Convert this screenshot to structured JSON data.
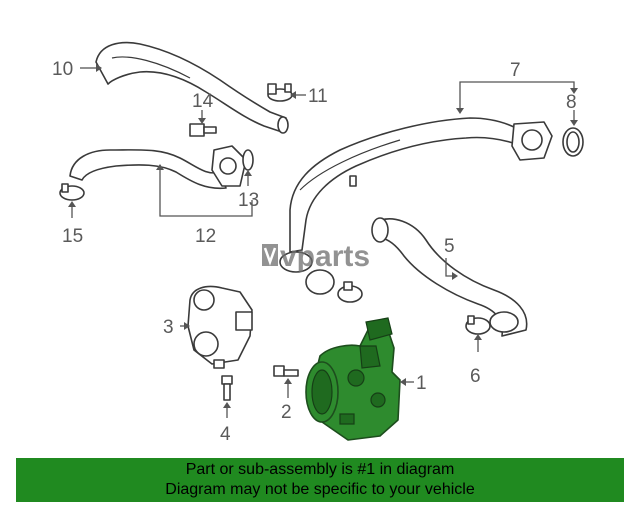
{
  "callouts": {
    "c1": "1",
    "c2": "2",
    "c3": "3",
    "c4": "4",
    "c5": "5",
    "c6": "6",
    "c7": "7",
    "c8": "8",
    "c10": "10",
    "c11": "11",
    "c12": "12",
    "c13": "13",
    "c14": "14",
    "c15": "15"
  },
  "watermark": "vparts",
  "banner": {
    "line1": "Part or sub-assembly is #1 in diagram",
    "line2": "Diagram may not be specific to your vehicle"
  },
  "colors": {
    "highlight": "#2e8b2e",
    "banner": "#208a20"
  }
}
